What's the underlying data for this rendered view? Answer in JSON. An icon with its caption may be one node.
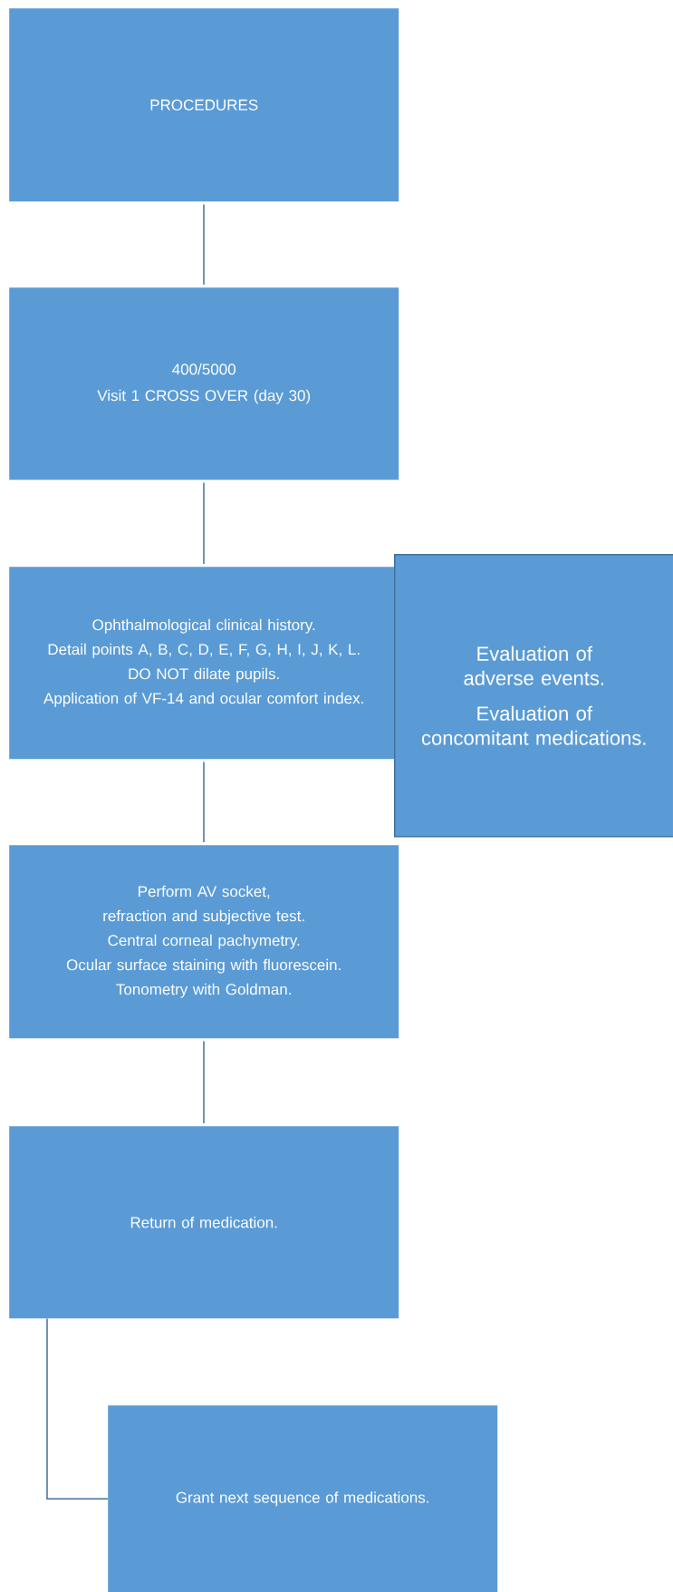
{
  "diagram": {
    "nodes": [
      {
        "text": [
          "PROCEDURES"
        ]
      },
      {
        "text": [
          "400/5000",
          "Visit 1 CROSS OVER (day 30)"
        ]
      },
      {
        "text": [
          "Ophthalmological clinical history.",
          "Detail points A, B, C, D, E, F, G, H, I, J, K, L.",
          "DO NOT dilate pupils.",
          "Application of VF-14 and ocular comfort index."
        ]
      },
      {
        "text": [
          "Evaluation of adverse events.",
          "Evaluation of concomitant medications."
        ]
      },
      {
        "text": [
          "Perform AV socket,",
          "refraction and subjective test.",
          "Central corneal pachymetry.",
          "Ocular surface staining with fluorescein.",
          "Tonometry with Goldman."
        ]
      },
      {
        "text": [
          "Return of medication."
        ]
      },
      {
        "text": [
          "Grant next sequence of medications."
        ]
      }
    ],
    "edges": [
      {
        "from": 0,
        "to": 1,
        "arrow": "none"
      },
      {
        "from": 1,
        "to": 2,
        "arrow": "none"
      },
      {
        "from": 2,
        "to": 4,
        "arrow": "none"
      },
      {
        "from": 4,
        "to": 5,
        "arrow": "none"
      },
      {
        "from": 5,
        "to": 6,
        "arrow": "none"
      }
    ]
  }
}
